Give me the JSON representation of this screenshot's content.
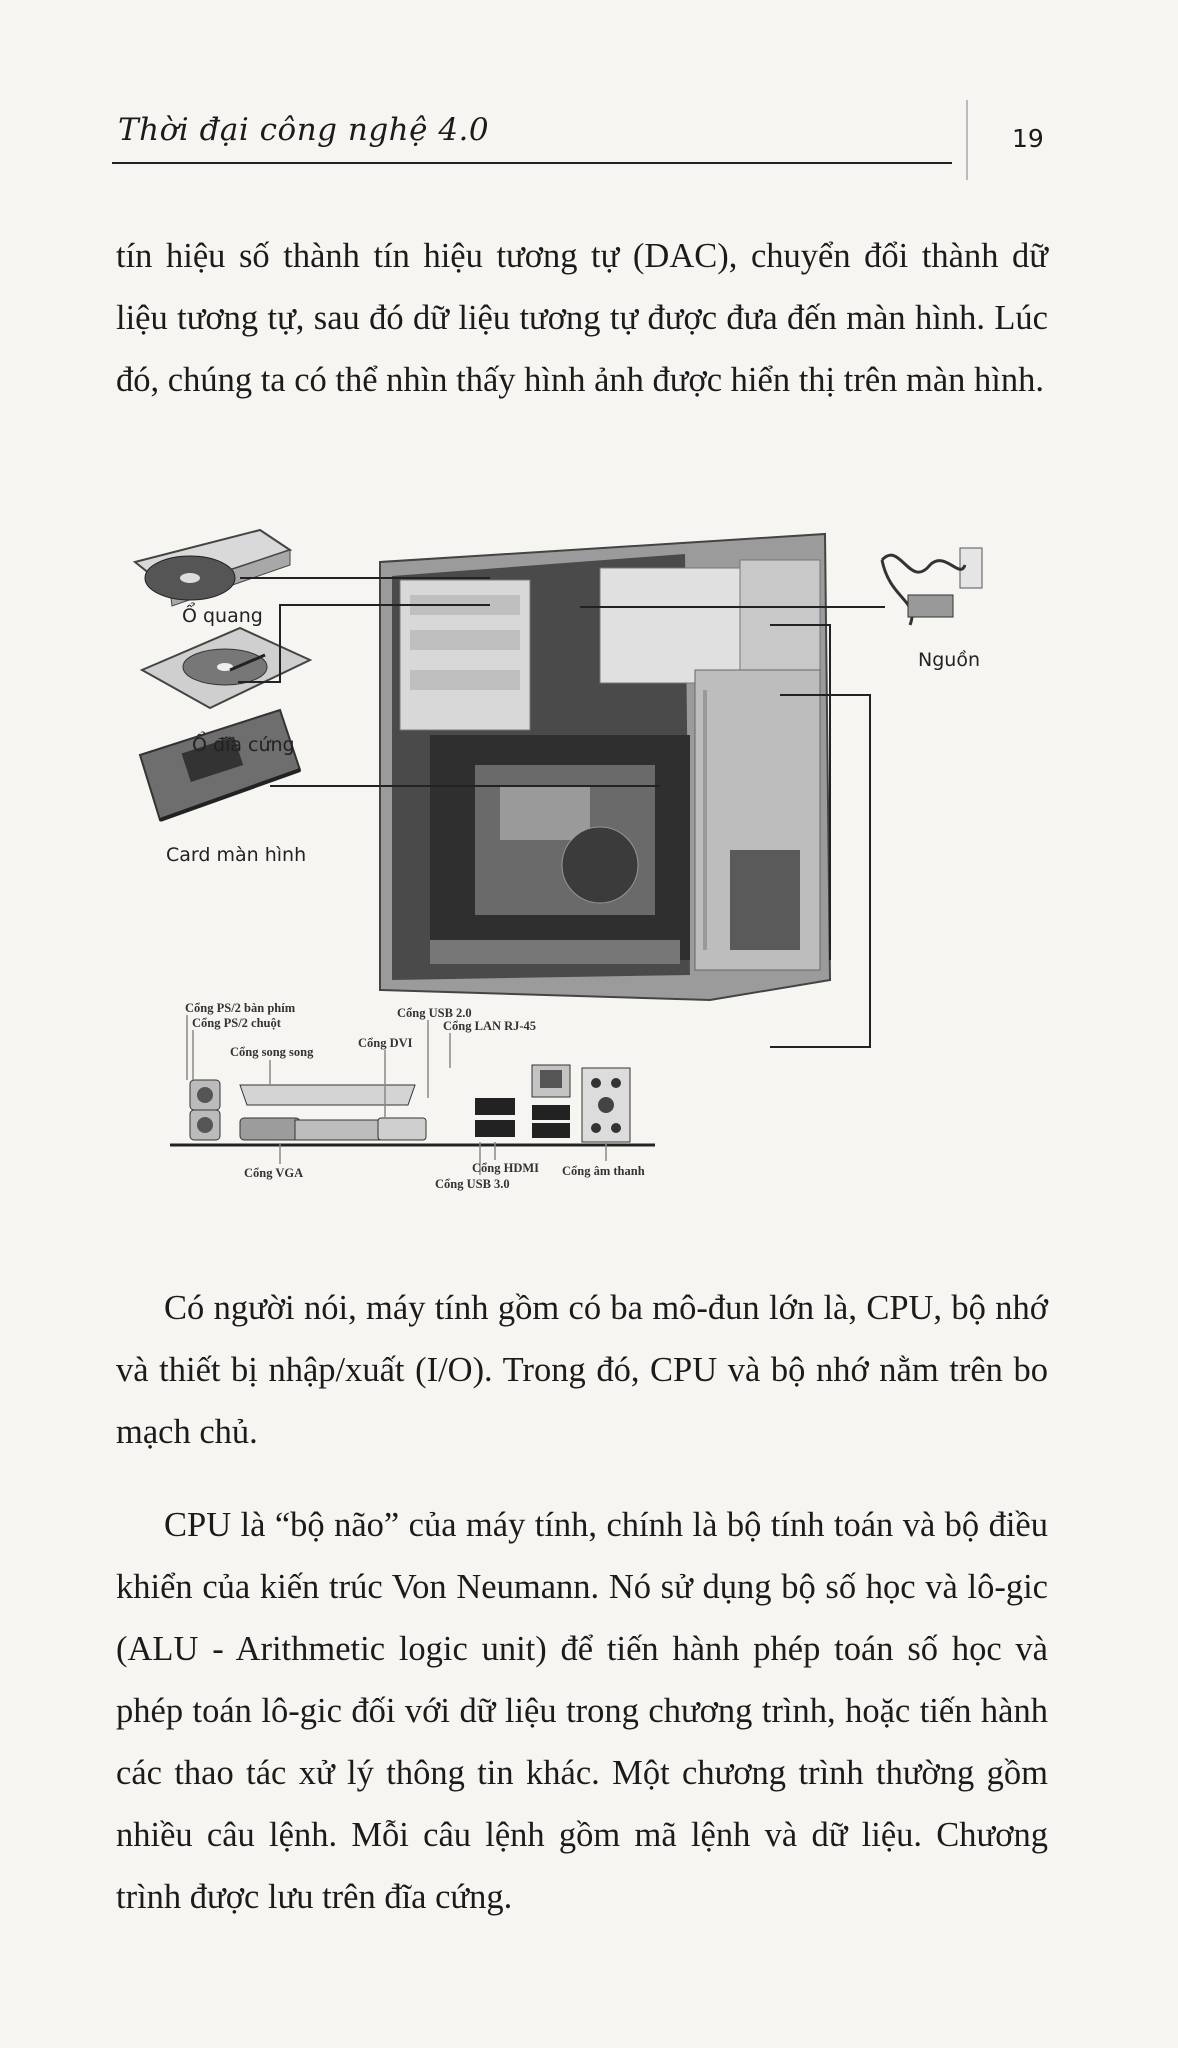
{
  "header": {
    "title": "Thời đại công nghệ 4.0",
    "page_number": "19"
  },
  "paragraphs": [
    "tín hiệu số thành tín hiệu tương tự (DAC), chuyển đổi thành dữ liệu tương tự, sau đó dữ liệu tương tự được đưa đến màn hình. Lúc đó, chúng ta có thể nhìn thấy hình ảnh được hiển thị trên màn hình.",
    "Có người nói, máy tính gồm có ba mô-đun lớn là, CPU, bộ nhớ và thiết bị nhập/xuất (I/O). Trong đó, CPU và bộ nhớ nằm trên bo mạch chủ.",
    "CPU là “bộ não” của máy tính, chính là bộ tính toán và bộ điều khiển của kiến trúc Von Neumann. Nó sử dụng bộ số học và lô-gic (ALU - Arithmetic logic unit) để tiến hành phép toán số học và phép toán lô-gic đối với dữ liệu trong chương trình, hoặc tiến hành các thao tác xử lý thông tin khác. Một chương trình thường gồm nhiều câu lệnh. Mỗi câu lệnh gồm mã lệnh và dữ liệu. Chương trình được lưu trên đĩa cứng."
  ],
  "figure": {
    "component_labels": {
      "optical_drive": "Ổ quang",
      "hard_disk": "Ổ đĩa cứng",
      "graphics_card": "Card màn hình",
      "power_supply": "Nguồn"
    },
    "port_labels": {
      "ps2_keyboard": "Cổng PS/2 bàn phím",
      "ps2_mouse": "Cổng PS/2 chuột",
      "parallel": "Cổng song song",
      "dvi": "Cổng DVI",
      "usb2": "Cổng USB 2.0",
      "lan": "Cổng LAN RJ-45",
      "vga": "Cổng VGA",
      "usb3": "Cổng USB 3.0",
      "hdmi": "Cổng HDMI",
      "audio": "Cổng âm thanh"
    }
  }
}
